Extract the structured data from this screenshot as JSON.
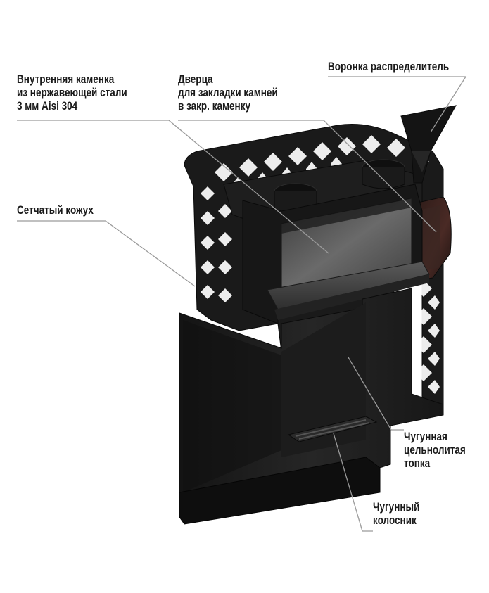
{
  "colors": {
    "background": "#ffffff",
    "body": "#1f1f1f",
    "body_dark": "#0d0d0d",
    "body_light": "#3a3a3a",
    "glass": "#5a5a5a",
    "leader_line": "#9a9a9a",
    "label_text": "#1a1a1a"
  },
  "labels": {
    "inner_stonebox": [
      "Внутренняя каменка",
      "из нержавеющей стали",
      "3 мм Aisi 304"
    ],
    "door": [
      "Дверца",
      "для закладки камней",
      "в закр. каменку"
    ],
    "funnel": [
      "Воронка распределитель"
    ],
    "mesh_casing": [
      "Сетчатый кожух"
    ],
    "firebox": [
      "Чугунная",
      "цельнолитая",
      "топка"
    ],
    "grate": [
      "Чугунный",
      "колосник"
    ]
  }
}
